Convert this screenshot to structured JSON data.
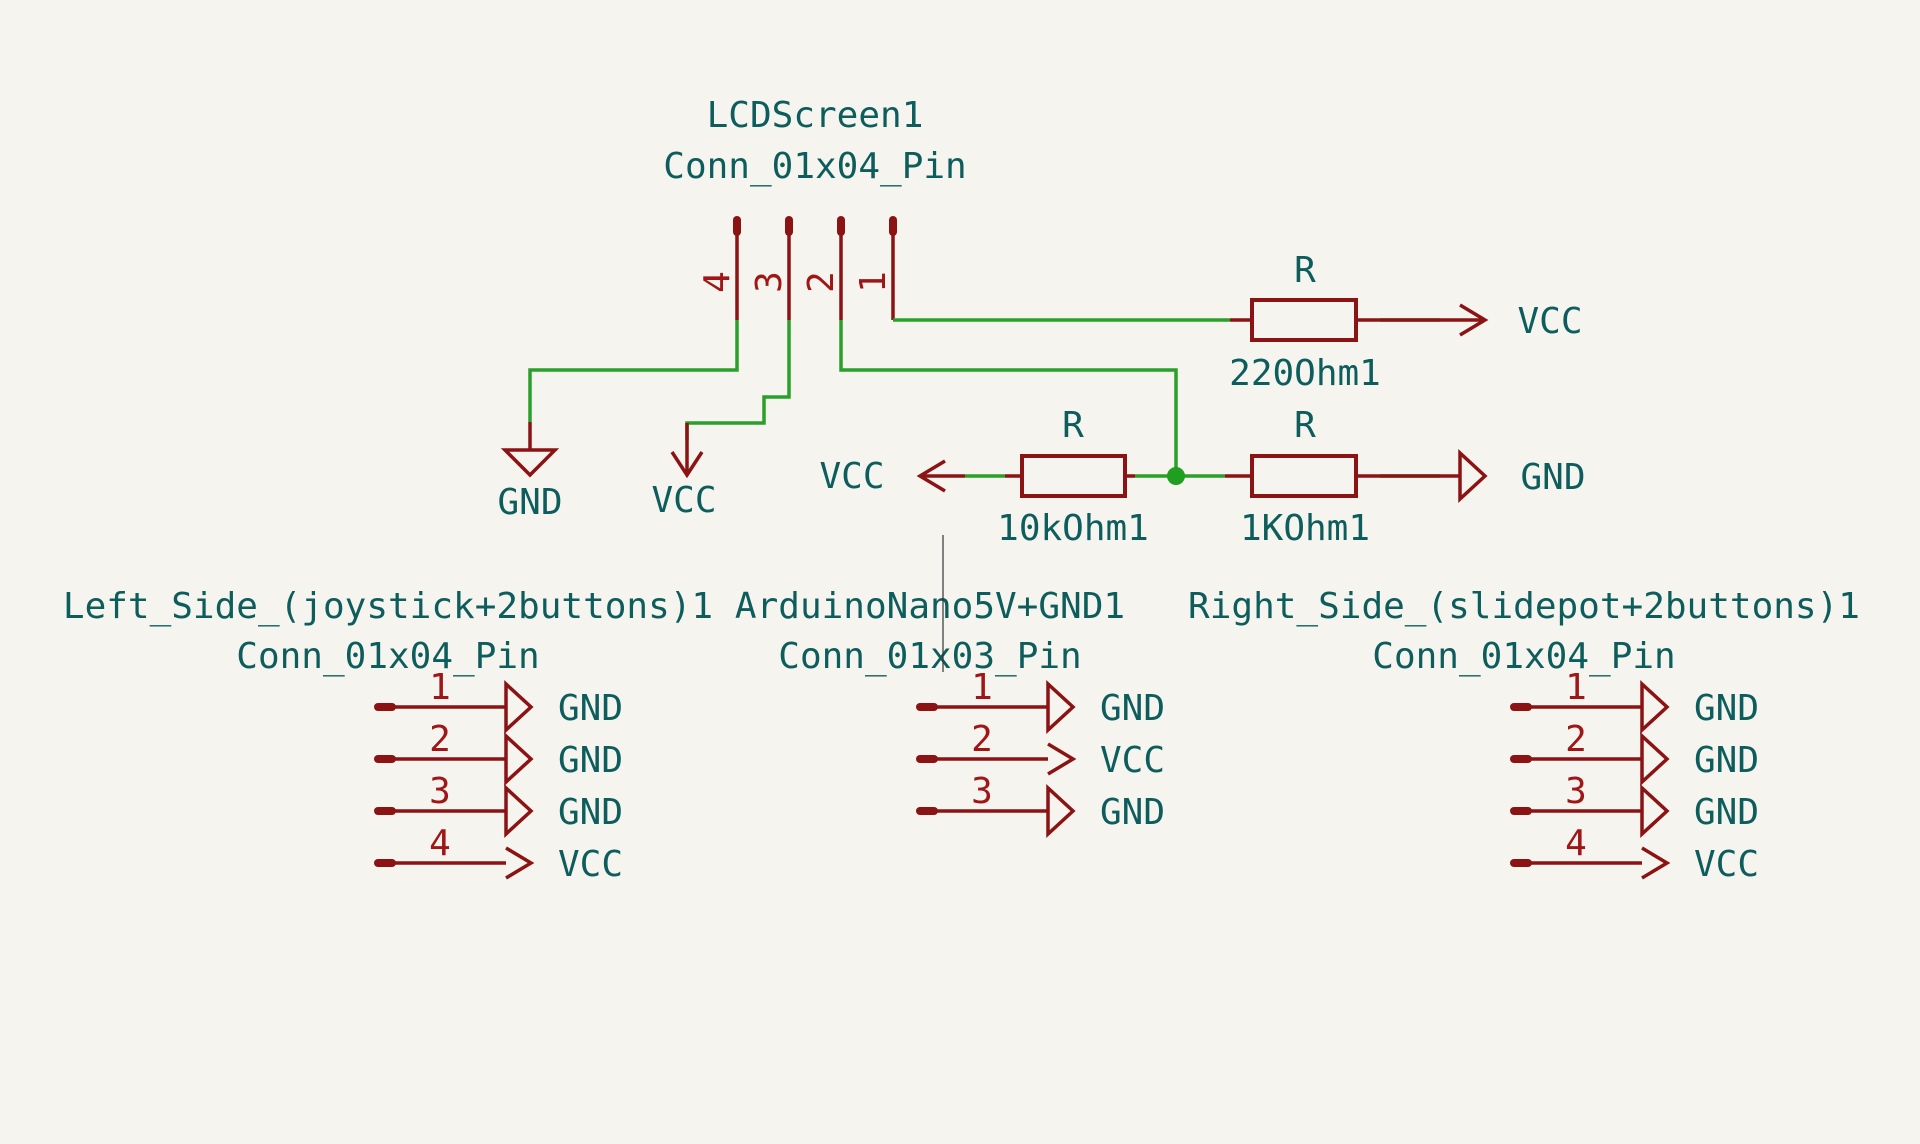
{
  "colors": {
    "background": "#f5f4ef",
    "wire": "#2aa02a",
    "symbol": "#8c1313",
    "label_text": "#0e5d5d",
    "pin_text": "#a01616",
    "junction": "#1f9e1f"
  },
  "lcd": {
    "ref": "LCDScreen1",
    "value": "Conn_01x04_Pin",
    "pins": [
      "4",
      "3",
      "2",
      "1"
    ]
  },
  "power": {
    "gnd_left": "GND",
    "vcc_left": "VCC",
    "vcc_mid": "VCC",
    "vcc_top_right": "VCC",
    "gnd_mid_right": "GND"
  },
  "resistors": {
    "r220": {
      "ref": "R",
      "value": "220Ohm1"
    },
    "r10k": {
      "ref": "R",
      "value": "10kOhm1"
    },
    "r1k": {
      "ref": "R",
      "value": "1KOhm1"
    }
  },
  "left_conn": {
    "ref": "Left_Side_(joystick+2buttons)1",
    "value": "Conn_01x04_Pin",
    "pins": [
      {
        "num": "1",
        "net": "GND"
      },
      {
        "num": "2",
        "net": "GND"
      },
      {
        "num": "3",
        "net": "GND"
      },
      {
        "num": "4",
        "net": "VCC"
      }
    ]
  },
  "mid_conn": {
    "ref": "ArduinoNano5V+GND1",
    "value": "Conn_01x03_Pin",
    "pins": [
      {
        "num": "1",
        "net": "GND"
      },
      {
        "num": "2",
        "net": "VCC"
      },
      {
        "num": "3",
        "net": "GND"
      }
    ]
  },
  "right_conn": {
    "ref": "Right_Side_(slidepot+2buttons)1",
    "value": "Conn_01x04_Pin",
    "pins": [
      {
        "num": "1",
        "net": "GND"
      },
      {
        "num": "2",
        "net": "GND"
      },
      {
        "num": "3",
        "net": "GND"
      },
      {
        "num": "4",
        "net": "VCC"
      }
    ]
  }
}
